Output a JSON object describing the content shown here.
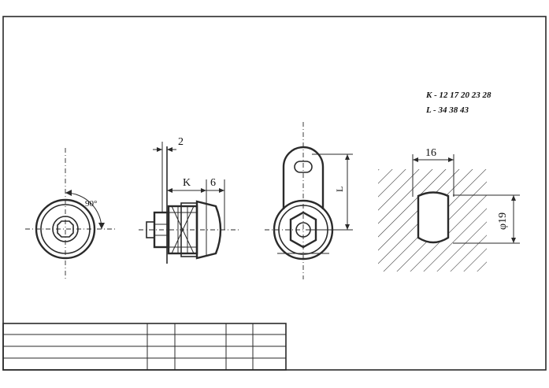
{
  "spec": {
    "k_line": "K - 12  17  20  23  28",
    "l_line": "L -  34   38   43"
  },
  "dimensions": {
    "angle": "90°",
    "thickness": "2",
    "k_label": "K",
    "six": "6",
    "l_label": "L",
    "width": "16",
    "diameter": "φ19"
  },
  "title_block": {
    "rows": 4,
    "cells_text": []
  }
}
